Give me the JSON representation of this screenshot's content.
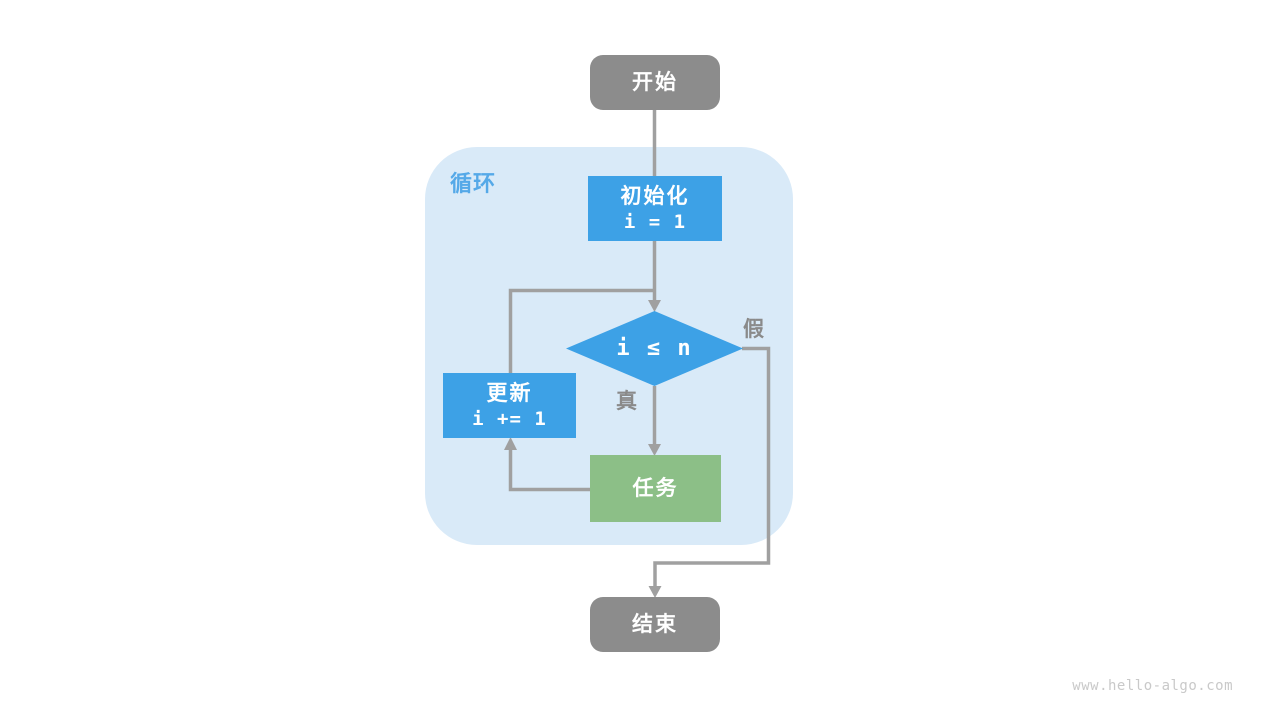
{
  "diagram": {
    "loop_container_label": "循环",
    "nodes": {
      "start": {
        "label": "开始"
      },
      "init": {
        "title": "初始化",
        "code": "i = 1"
      },
      "condition": {
        "code": "i ≤ n"
      },
      "update": {
        "title": "更新",
        "code": "i += 1"
      },
      "task": {
        "label": "任务"
      },
      "end": {
        "label": "结束"
      }
    },
    "edge_labels": {
      "true_branch": "真",
      "false_branch": "假"
    },
    "colors": {
      "terminal_gray": "#8c8c8c",
      "process_blue": "#3da1e6",
      "task_green": "#8cbf87",
      "container_bg": "#d9eaf8",
      "loop_label_blue": "#55a9e8",
      "line_gray": "#a0a0a0",
      "edge_label_gray": "#8a8a8a",
      "watermark_gray": "#c9c9c9"
    },
    "watermark": "www.hello-algo.com"
  }
}
